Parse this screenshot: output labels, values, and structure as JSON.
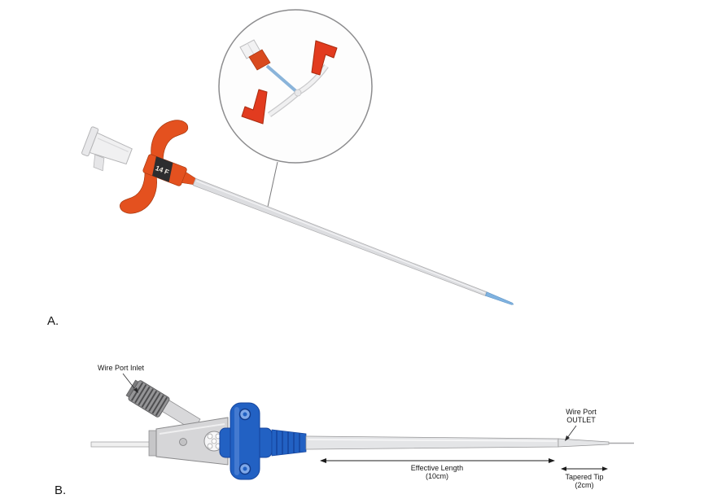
{
  "panel_a": {
    "label": "A.",
    "size_marking": "14 F"
  },
  "panel_b": {
    "label": "B.",
    "annotations": {
      "inlet": "Wire Port Inlet",
      "outlet_line1": "Wire Port",
      "outlet_line2": "OUTLET",
      "effective_length_line1": "Effective Length",
      "effective_length_line2": "(10cm)",
      "tapered_tip_line1": "Tapered Tip",
      "tapered_tip_line2": "(2cm)"
    }
  },
  "colors": {
    "sheath_orange": "#e4511f",
    "sheath_tip_blue": "#7fb2e0",
    "hub_blue": "#2261c3",
    "clamp_red": "#e23b1f",
    "shaft_gray": "#e2e3e5"
  }
}
